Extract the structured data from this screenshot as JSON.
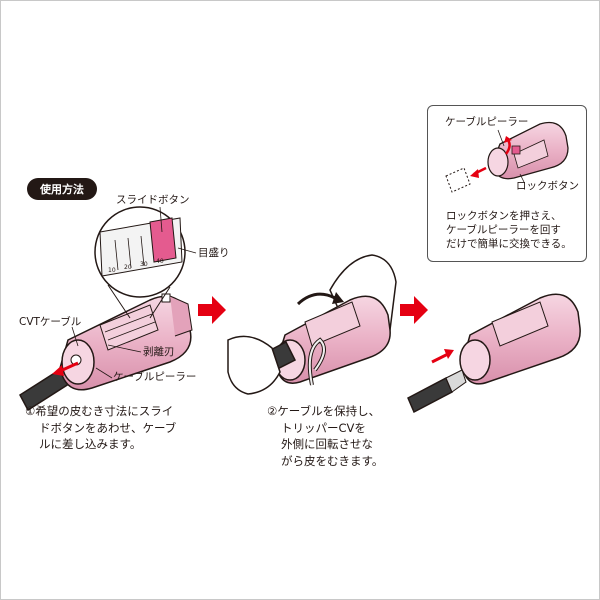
{
  "usage_badge": "使用方法",
  "labels": {
    "slide_button": "スライドボタン",
    "scale": "目盛り",
    "cvt_cable": "CVTケーブル",
    "stripping_blade": "剥離刃",
    "cable_peeler": "ケーブルピーラー"
  },
  "scale_ticks": [
    "10",
    "20",
    "30",
    "40"
  ],
  "inset": {
    "cable_peeler": "ケーブルピーラー",
    "lock_button": "ロックボタン",
    "description": [
      "ロックボタンを押さえ、",
      "ケーブルピーラーを回す",
      "だけで簡単に交換できる。"
    ]
  },
  "steps": [
    {
      "lines": [
        "①希望の皮むき寸法にスライ",
        "ドボタンをあわせ、ケーブ",
        "ルに差し込みます。"
      ]
    },
    {
      "lines": [
        "②ケーブルを保持し、",
        "トリッパーCVを",
        "外側に回転させな",
        "がら皮をむきます。"
      ]
    }
  ],
  "colors": {
    "body_pink": "#eab1c6",
    "accent_pink": "#e45b8f",
    "arrow_red": "#e50012",
    "outline": "#231815"
  }
}
